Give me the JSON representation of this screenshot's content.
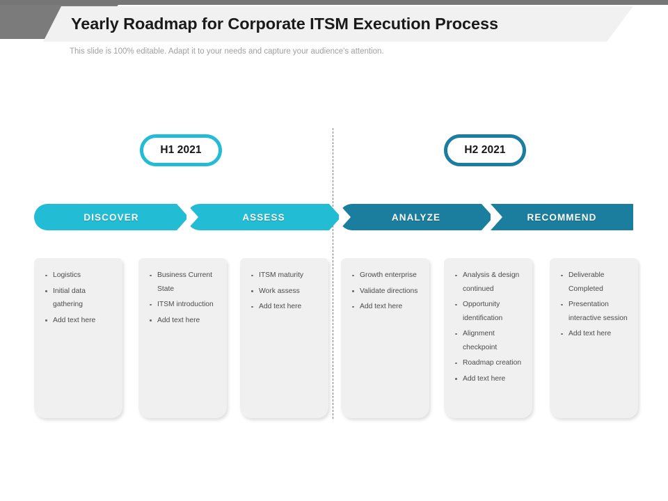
{
  "header": {
    "title": "Yearly Roadmap for Corporate ITSM Execution Process",
    "subtitle": "This slide is 100% editable. Adapt it to your needs and capture your audience's attention."
  },
  "colors": {
    "accent_light": "#22BCD4",
    "accent_dark": "#1B7E9E",
    "header_gray": "#7b7b7b",
    "banner_gray": "#f1f1f1",
    "card_gray": "#f0f0f0",
    "text_dark": "#4b4b4b"
  },
  "halves": [
    {
      "label": "H1 2021",
      "color": "#22BCD4"
    },
    {
      "label": "H2 2021",
      "color": "#1B7E9E"
    }
  ],
  "phases": [
    {
      "label": "DISCOVER",
      "color": "#22BCD4"
    },
    {
      "label": "ASSESS",
      "color": "#22BCD4"
    },
    {
      "label": "ANALYZE",
      "color": "#1B7E9E"
    },
    {
      "label": "RECOMMEND",
      "color": "#1B7E9E"
    }
  ],
  "cards": [
    {
      "items": [
        "Logistics",
        "Initial data gathering",
        "Add text here"
      ]
    },
    {
      "items": [
        "Business Current State",
        "ITSM introduction",
        "Add text here"
      ]
    },
    {
      "items": [
        "ITSM maturity",
        "Work assess",
        "Add text here"
      ]
    },
    {
      "items": [
        "Growth enterprise",
        "Validate directions",
        "Add text here"
      ]
    },
    {
      "items": [
        "Analysis & design continued",
        "Opportunity identification",
        "Alignment checkpoint",
        "Roadmap creation",
        "Add text here"
      ]
    },
    {
      "items": [
        "Deliverable Completed",
        "Presentation interactive session",
        "Add text here"
      ]
    }
  ]
}
